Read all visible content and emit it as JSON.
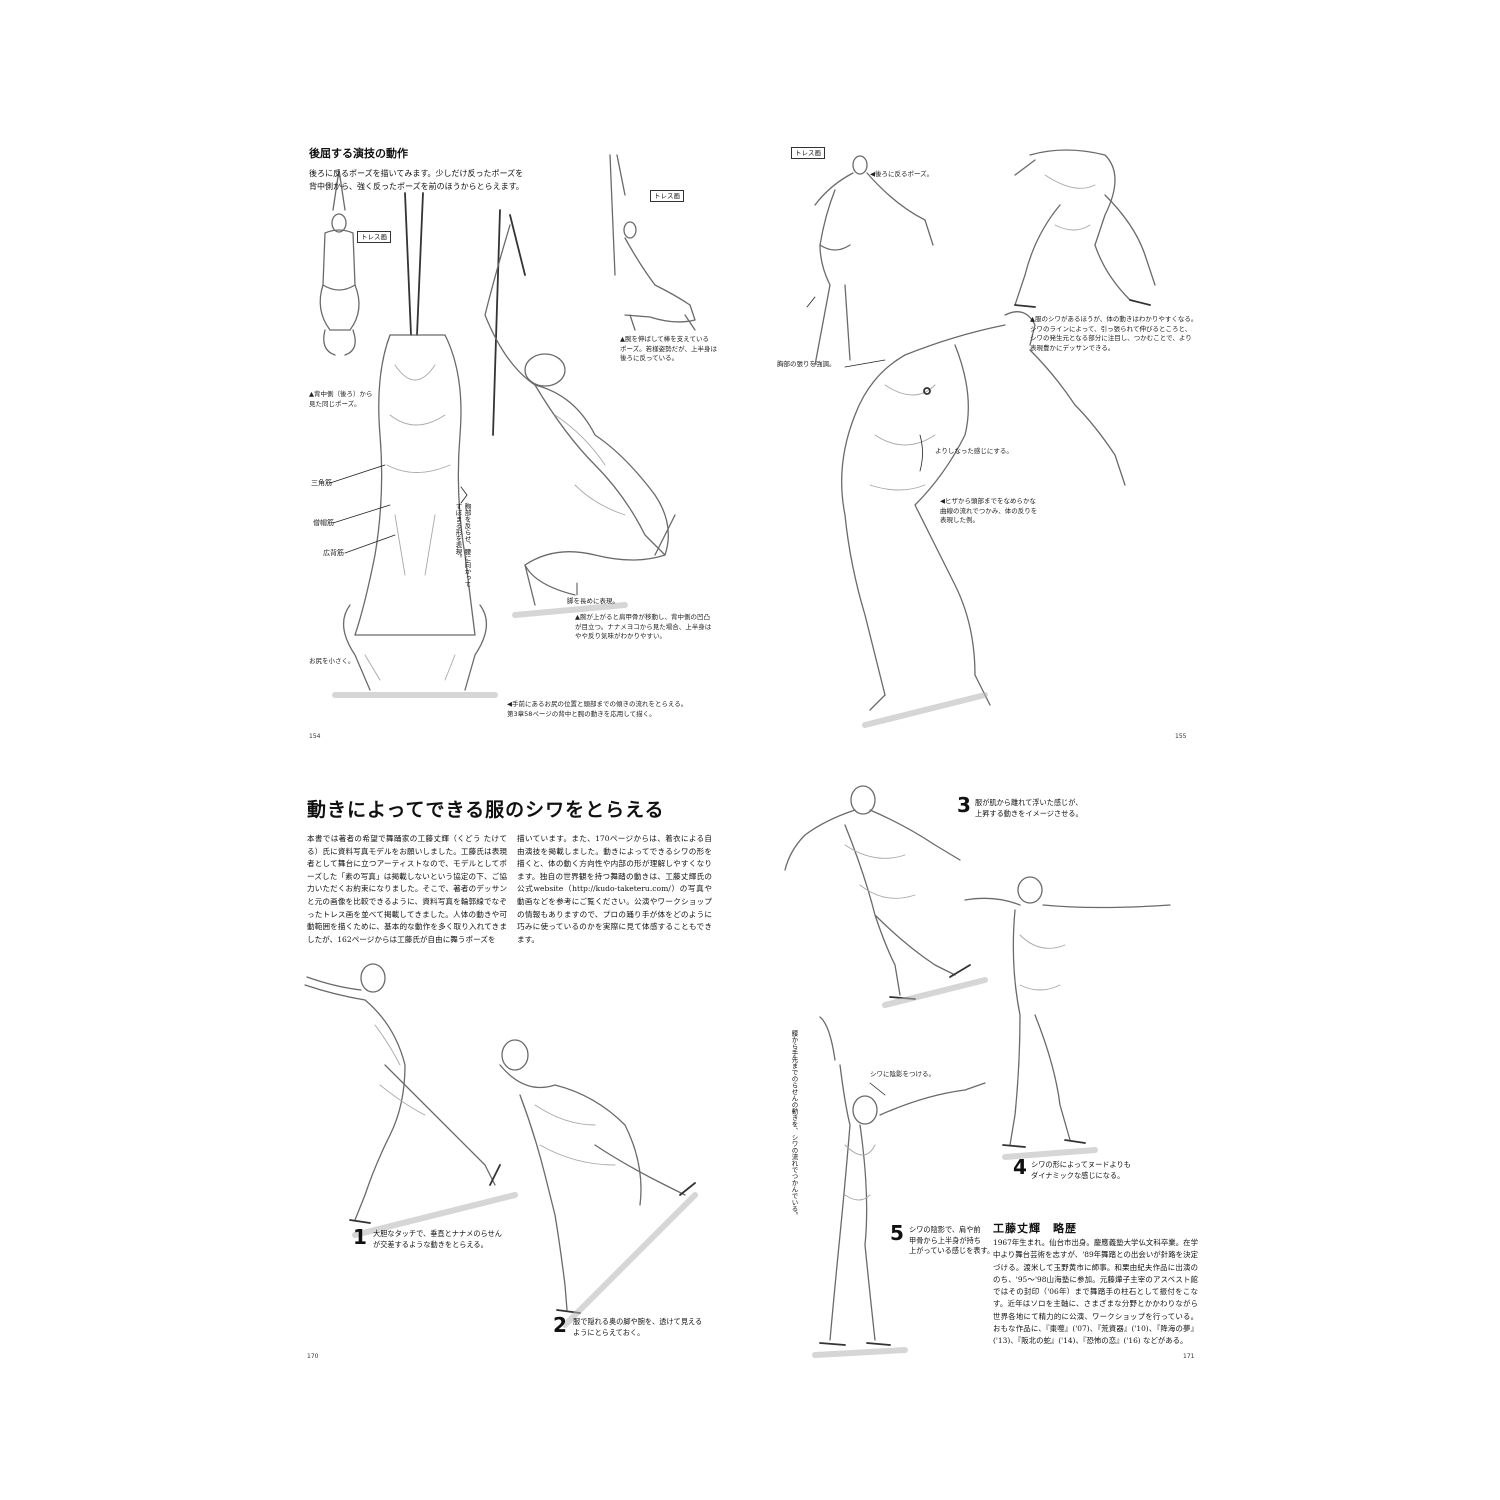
{
  "top_spread": {
    "left_page": {
      "heading": "後屈する演技の動作",
      "intro": "後ろに反るポーズを描いてみます。少しだけ反ったポーズを\n背中側から、強く反ったポーズを前のほうからとらえます。",
      "trace_tags": [
        "トレス画",
        "トレス画"
      ],
      "caption_back": "▲背中側（後ろ）から\n見た同じポーズ。",
      "muscles": [
        "三角筋",
        "僧帽筋",
        "広背筋"
      ],
      "caption_hip": "お尻を小さく。",
      "vertical_note": "胸部を反らせ、腰に向かって\nすぼまる形を表現。",
      "caption_knee": "▲腕を伸ばして棒を支えている\nポーズ。若様姿勢だが、上半身は\n後ろに反っている。",
      "caption_foot": "脚を長めに表現。",
      "caption_arms": "▲腕が上がると肩甲骨が移動し、背中側の凹凸\nが目立つ。ナナメヨコから見た場合、上半身は\nやや反り気味がわかりやすい。",
      "caption_bottom": "◀手前にあるお尻の位置と頭部までの傾きの流れをとらえる。\n第3章58ページの背中と腕の動きを応用して描く。",
      "page_number": "154"
    },
    "right_page": {
      "trace_tag": "トレス画",
      "caption_lean": "◀後ろに反るポーズ。",
      "caption_wrinkle": "▲服のシワがあるほうが、体の動きはわかりやすくなる。\nシワのラインによって、引っ張られて伸びるところと、\nシワの発生元となる部分に注目し、つかむことで、より\n表現豊かにデッサンできる。",
      "caption_chest": "胸部の張りを強調。",
      "caption_twist": "よりしなった感じにする。",
      "caption_hip": "◀ヒザから頭部までをなめらかな\n曲線の流れでつかみ、体の反りを\n表現した例。",
      "page_number": "155"
    }
  },
  "bottom_spread": {
    "left_page": {
      "heading": "動きによってできる服のシワをとらえる",
      "body_col1": "本書では著者の希望で舞踊家の工藤丈輝（くどう たけてる）氏に資料写真モデルをお願いしました。工藤氏は表現者として舞台に立つアーティストなので、モデルとしてポーズした「素の写真」は掲載しないという協定の下、ご協力いただくお約束になりました。そこで、著者のデッサンと元の画像を比較できるように、資料写真を輪郭線でなぞったトレス画を並べて掲載してきました。人体の動きや可動範囲を描くために、基本的な動作を多く取り入れてきましたが、162ページからは工藤氏が自由に舞うポーズを",
      "body_col2": "描いています。また、170ページからは、着衣による自由演技を掲載しました。動きによってできるシワの形を描くと、体の動く方向性や内部の形が理解しやすくなります。独自の世界観を持つ舞踏の動きは、工藤丈輝氏の公式website（http://kudo-taketeru.com/）の写真や動画などを参考にご覧ください。公演やワークショップの情報もありますので、プロの踊り手が体をどのように巧みに使っているのかを実際に見て体感することもできます。",
      "steps": [
        {
          "number": "1",
          "text": "大胆なタッチで、垂直とナナメのらせん\nが交差するような動きをとらえる。"
        },
        {
          "number": "2",
          "text": "服で隠れる奥の脚や腕を、透けて見える\nようにとらえておく。"
        }
      ],
      "page_number": "170"
    },
    "right_page": {
      "steps": [
        {
          "number": "3",
          "text": "服が肌から離れて浮いた感じが、\n上昇する動きをイメージさせる。"
        },
        {
          "number": "4",
          "text": "シワの形によってヌードよりも\nダイナミックな感じになる。"
        },
        {
          "number": "5",
          "text": "シワの陰影で、肩や前\n甲骨から上半身が持ち\n上がっている感じを表す。"
        }
      ],
      "caption_shade": "シワに陰影をつける。",
      "vertical_note": "腰から手先までのらせんの動きを、シワの流れでつかんでいる。",
      "bio_title": "工藤丈輝　略歴",
      "bio_text": "1967年生まれ。仙台市出身。慶應義塾大学仏文科卒業。在学中より舞台芸術を志すが、'89年舞踏との出会いが針路を決定づける。渡米して玉野黄市に師事。和栗由紀夫作品に出演ののち、'95〜'98山海塾に参加。元藤燁子主宰のアスベスト館ではその封印（'06年）まで舞踏手の柱石として振付をこなす。近年はソロを主軸に、さまざまな分野とかかわりながら世界各地にて精力的に公演、ワークショップを行っている。おもな作品に、『棗噬』('07)、『荒資器』('10)、『降海の夢』('13)、『阪北の蛇』('14)、『恐怖の恋』('16) などがある。",
      "page_number": "171"
    }
  }
}
